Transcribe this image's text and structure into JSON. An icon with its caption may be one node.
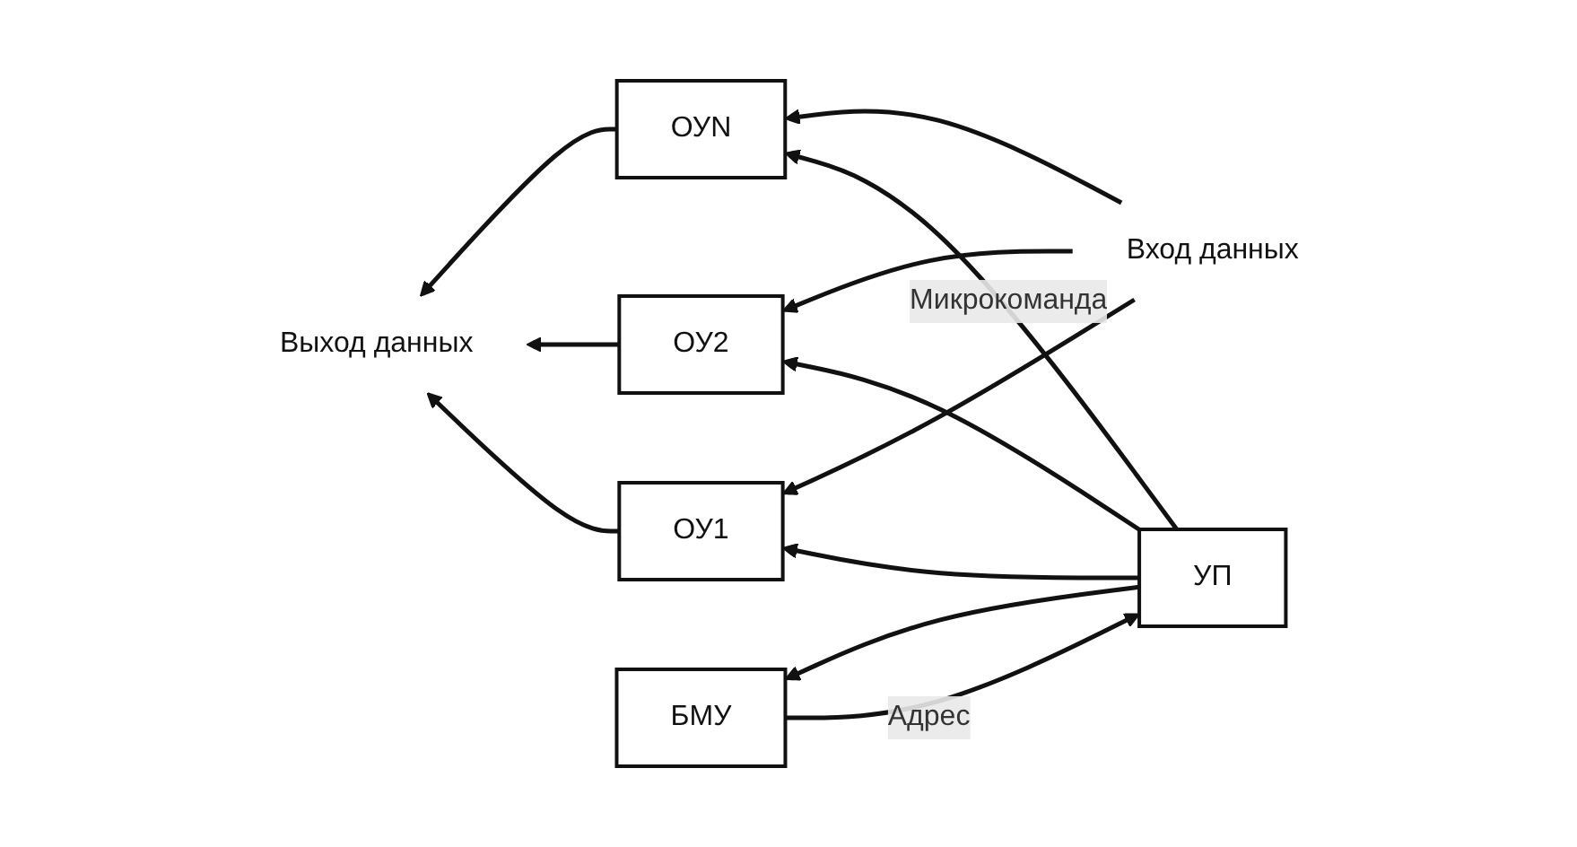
{
  "diagram": {
    "nodes": [
      {
        "text": [
          "Вход данных"
        ]
      },
      {
        "text": [
          "ОУN"
        ]
      },
      {
        "text": [
          "ОУ2"
        ]
      },
      {
        "text": [
          "ОУ1"
        ]
      },
      {
        "text": [
          "Выход данных"
        ]
      },
      {
        "text": [
          "УП"
        ]
      },
      {
        "text": [
          "БМУ"
        ]
      }
    ],
    "edges": [
      {
        "from": 0,
        "to": 3,
        "arrow": "to"
      },
      {
        "from": 0,
        "to": 2,
        "arrow": "to"
      },
      {
        "from": 0,
        "to": 1,
        "arrow": "to"
      },
      {
        "from": 5,
        "to": 1,
        "arrow": "to",
        "label": "Микрокоманда"
      },
      {
        "from": 5,
        "to": 2,
        "arrow": "to"
      },
      {
        "from": 5,
        "to": 3,
        "arrow": "to"
      },
      {
        "from": 1,
        "to": 4,
        "arrow": "to"
      },
      {
        "from": 2,
        "to": 4,
        "arrow": "to"
      },
      {
        "from": 3,
        "to": 4,
        "arrow": "to"
      },
      {
        "from": 6,
        "to": 5,
        "arrow": "to",
        "label": "Адрес"
      },
      {
        "from": 5,
        "to": 6,
        "arrow": "to"
      }
    ]
  }
}
